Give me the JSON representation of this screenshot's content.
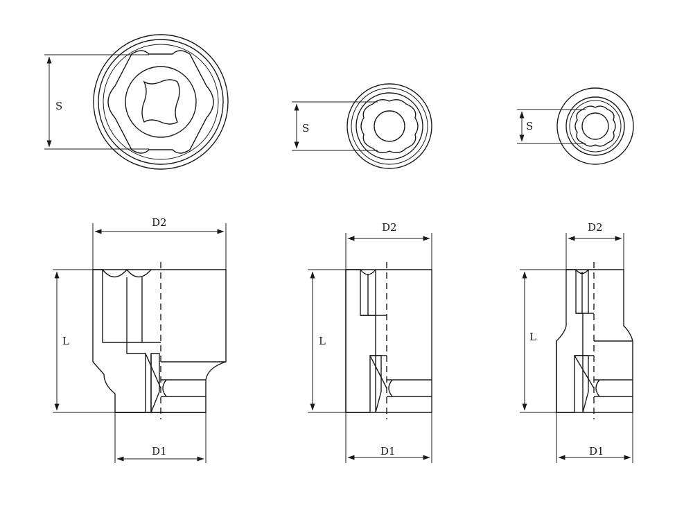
{
  "diagram": {
    "labels": {
      "hex_size": "S",
      "outer_diameter_top": "D2",
      "outer_diameter_bottom": "D1",
      "length": "L"
    },
    "colors": {
      "line": "#1a1a1a",
      "background": "#ffffff"
    }
  }
}
